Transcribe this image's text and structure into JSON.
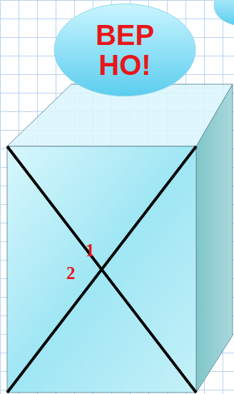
{
  "diagram": {
    "nodes": [
      {
        "text": [
          "ВЕР НО!"
        ]
      }
    ],
    "labels": [
      "1",
      "2"
    ]
  }
}
